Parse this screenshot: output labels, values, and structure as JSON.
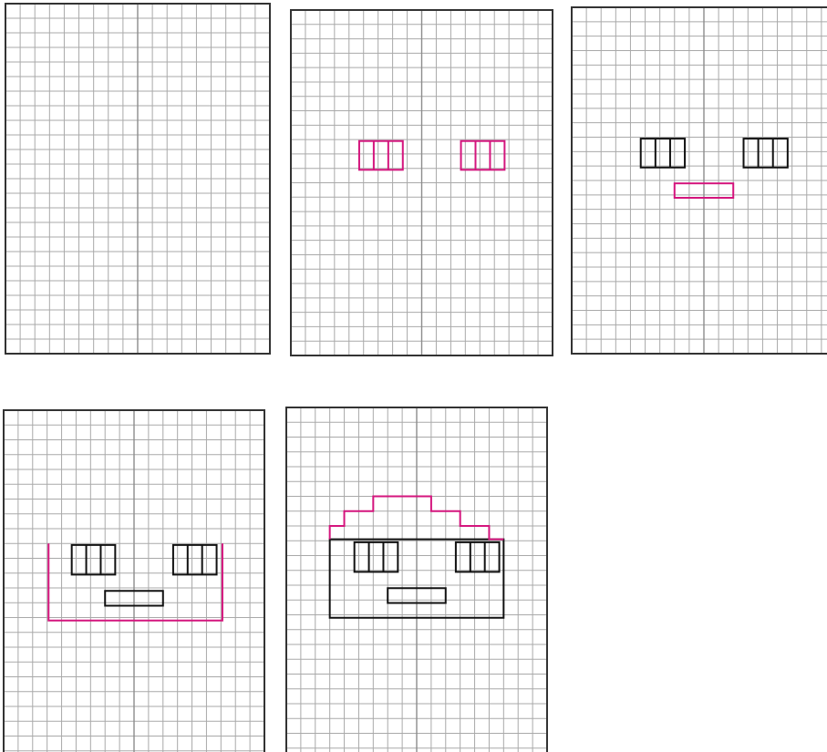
{
  "colors": {
    "background": "#ffffff",
    "grid_line": "#a9a9a9",
    "center_line": "#8c8c8c",
    "frame": "#333333",
    "previous_step": "#111111",
    "new_step": "#d4157d"
  },
  "grid": {
    "columns": 18,
    "rows": 24
  },
  "panels": [
    {
      "id": "step-1",
      "shapes": []
    },
    {
      "id": "step-2",
      "shapes": [
        {
          "name": "left-eye",
          "kind": "eye",
          "color": "new_step"
        },
        {
          "name": "right-eye",
          "kind": "eye",
          "color": "new_step"
        }
      ]
    },
    {
      "id": "step-3",
      "shapes": [
        {
          "name": "left-eye",
          "kind": "eye",
          "color": "previous_step"
        },
        {
          "name": "right-eye",
          "kind": "eye",
          "color": "previous_step"
        },
        {
          "name": "mouth",
          "kind": "mouth",
          "color": "new_step"
        }
      ]
    },
    {
      "id": "step-4",
      "shapes": [
        {
          "name": "left-eye",
          "kind": "eye",
          "color": "previous_step"
        },
        {
          "name": "right-eye",
          "kind": "eye",
          "color": "previous_step"
        },
        {
          "name": "mouth",
          "kind": "mouth",
          "color": "previous_step"
        },
        {
          "name": "lower-body",
          "kind": "body-open",
          "color": "new_step"
        }
      ]
    },
    {
      "id": "step-5",
      "shapes": [
        {
          "name": "left-eye",
          "kind": "eye",
          "color": "previous_step"
        },
        {
          "name": "right-eye",
          "kind": "eye",
          "color": "previous_step"
        },
        {
          "name": "mouth",
          "kind": "mouth",
          "color": "previous_step"
        },
        {
          "name": "lower-body",
          "kind": "body-closed",
          "color": "previous_step"
        },
        {
          "name": "stepped-top",
          "kind": "dome",
          "color": "new_step"
        }
      ]
    }
  ]
}
